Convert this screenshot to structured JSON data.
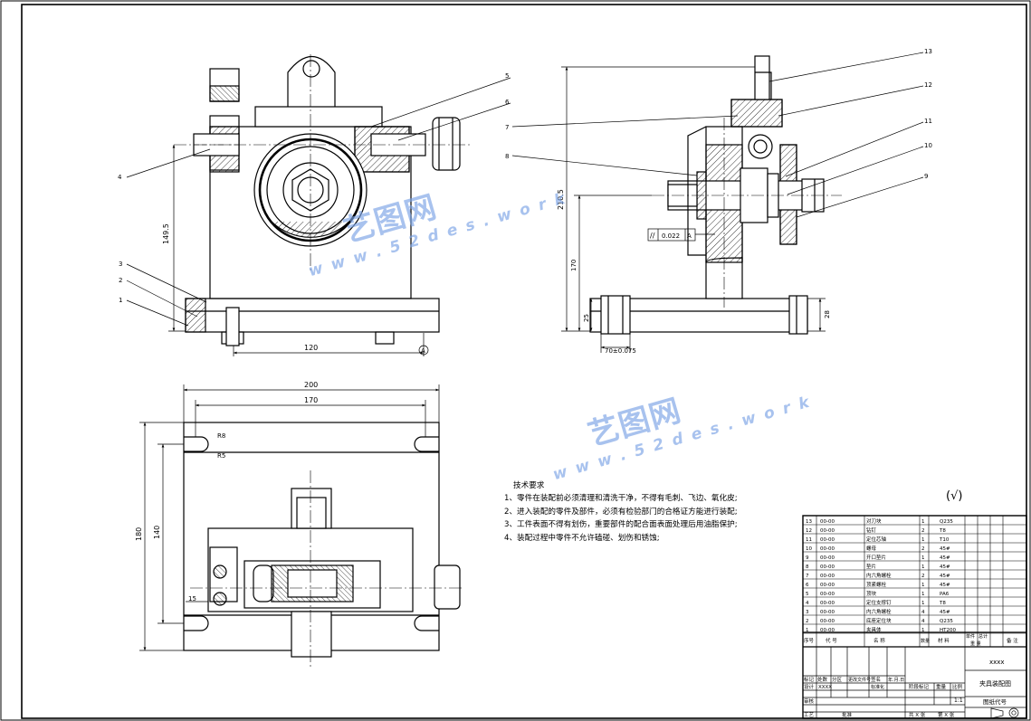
{
  "watermark": {
    "brand": "艺图网",
    "url": "w w w . 5 2 d e s . w o r k"
  },
  "drawing": {
    "balloons": [
      "1",
      "2",
      "3",
      "4",
      "5",
      "6",
      "7",
      "8",
      "9",
      "10",
      "11",
      "12",
      "13"
    ],
    "dims_front": {
      "height": "149.5",
      "width": "120",
      "datum": "A"
    },
    "dims_side": {
      "overall": "210.5",
      "h1": "170",
      "h2": "25",
      "h3": "28",
      "base": "70±0.075",
      "tol": "0.022",
      "datum": "A"
    },
    "dims_top": {
      "w1": "200",
      "w2": "170",
      "h1": "180",
      "h2": "140",
      "r1": "R8",
      "r2": "R5",
      "d1": "15"
    }
  },
  "tech_req": {
    "title": "技术要求",
    "items": [
      "1、零件在装配前必须清理和清洗干净，不得有毛刺、飞边、氧化皮;",
      "2、进入装配的零件及部件，必须有检验部门的合格证方能进行装配;",
      "3、工件表面不得有划伤，重要部件的配合面表面处理后用油脂保护;",
      "4、装配过程中零件不允许磕碰、划伤和锈蚀;"
    ]
  },
  "roughness_mark": "(√)",
  "bom": {
    "rows": [
      {
        "no": "13",
        "code": "00-00",
        "name": "对刀块",
        "qty": "1",
        "mat": "Q235"
      },
      {
        "no": "12",
        "code": "00-00",
        "name": "钻钉",
        "qty": "2",
        "mat": "T8"
      },
      {
        "no": "11",
        "code": "00-00",
        "name": "定位芯轴",
        "qty": "1",
        "mat": "T10"
      },
      {
        "no": "10",
        "code": "00-00",
        "name": "螺母",
        "qty": "2",
        "mat": "45#"
      },
      {
        "no": "9",
        "code": "00-00",
        "name": "开口垫片",
        "qty": "1",
        "mat": "45#"
      },
      {
        "no": "8",
        "code": "00-00",
        "name": "垫片",
        "qty": "1",
        "mat": "45#"
      },
      {
        "no": "7",
        "code": "00-00",
        "name": "内六角螺栓",
        "qty": "2",
        "mat": "45#"
      },
      {
        "no": "6",
        "code": "00-00",
        "name": "顶紧螺栓",
        "qty": "1",
        "mat": "45#"
      },
      {
        "no": "5",
        "code": "00-00",
        "name": "顶块",
        "qty": "1",
        "mat": "PA6"
      },
      {
        "no": "4",
        "code": "00-00",
        "name": "定位支撑钉",
        "qty": "1",
        "mat": "T8"
      },
      {
        "no": "3",
        "code": "00-00",
        "name": "内六角螺栓",
        "qty": "4",
        "mat": "45#"
      },
      {
        "no": "2",
        "code": "00-00",
        "name": "底座定位块",
        "qty": "4",
        "mat": "Q235"
      },
      {
        "no": "1",
        "code": "00-00",
        "name": "夹具体",
        "qty": "1",
        "mat": "HT200"
      }
    ],
    "header": {
      "no": "序号",
      "code": "代  号",
      "name": "名  称",
      "qty": "数量",
      "mat": "材  料",
      "unit": "单件",
      "total": "总计",
      "weight": "重 量",
      "note": "备 注"
    }
  },
  "title_block": {
    "company": "xxxx",
    "drawing_name": "夹具装配图",
    "drawing_code_label": "图纸代号",
    "labels": {
      "mark": "标记",
      "area": "处数",
      "zone": "分区",
      "change": "更改文件号",
      "sign": "签名",
      "date": "年.月.日",
      "design": "设计",
      "std": "标准化",
      "stage": "阶段标记",
      "weight": "重量",
      "scale": "比例",
      "review": "审核",
      "craft": "工艺",
      "approve": "批准",
      "sheets_total": "共  X  张",
      "sheet_no": "第  X  张"
    },
    "designer": "XXXX",
    "scale_value": "1:1"
  }
}
